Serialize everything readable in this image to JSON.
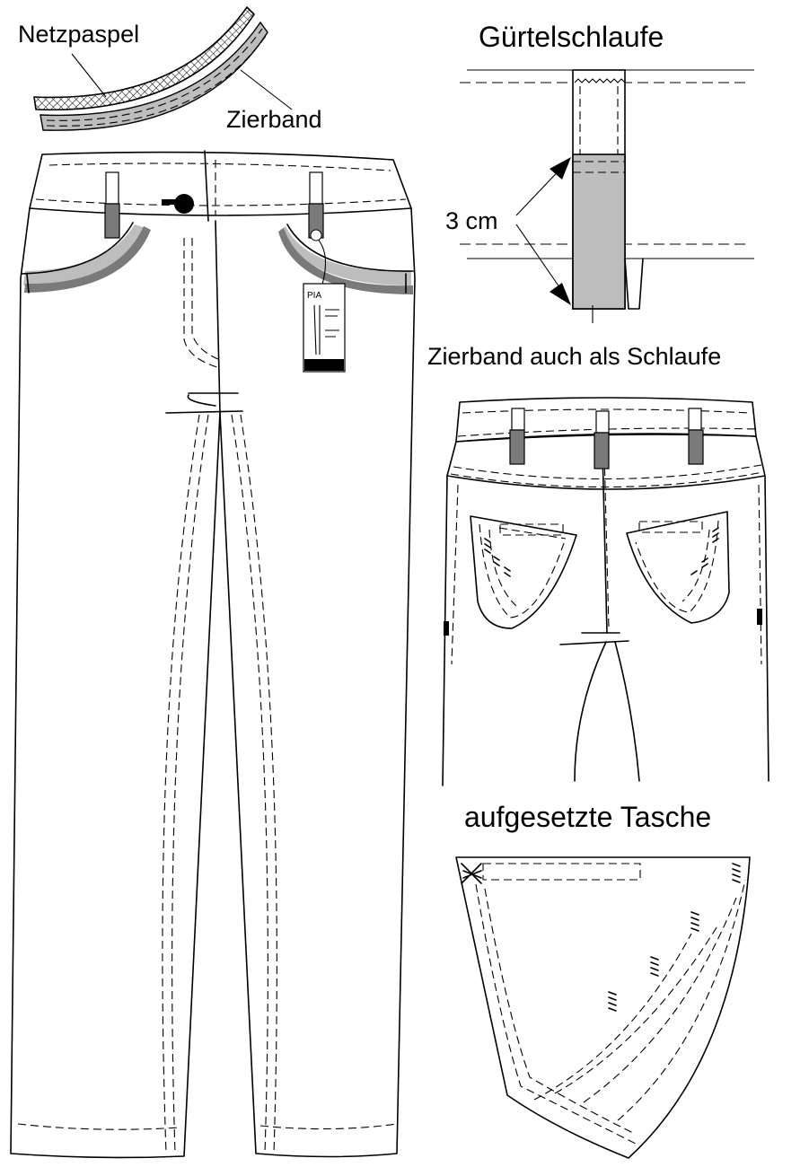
{
  "labels": {
    "netzpaspel": "Netzpaspel",
    "zierband": "Zierband",
    "guertelschlaufe": "Gürtelschlaufe",
    "measure": "3 cm",
    "zierband_schlaufe": "Zierband auch als Schlaufe",
    "aufgesetzte_tasche": "aufgesetzte Tasche"
  },
  "hangtag": {
    "brand": "PIA"
  },
  "colors": {
    "line": "#000000",
    "zierband": "#bdbdbd",
    "netzpaspel": "#7a7a7a",
    "background": "#ffffff"
  }
}
